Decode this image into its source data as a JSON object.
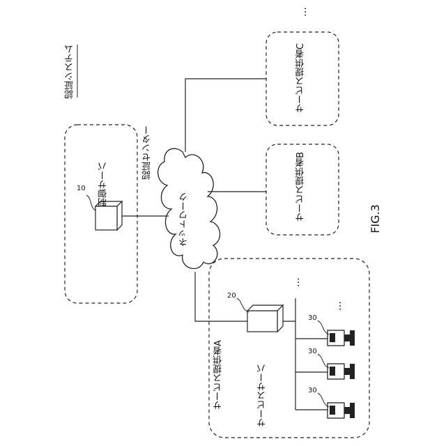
{
  "system_title": "認証システム",
  "auth_center_label": "認証センター",
  "control_server": {
    "label": "制御サーバ",
    "ref": "10"
  },
  "network_label": "ネットワーク",
  "provider_a": {
    "label": "サービス提供者A"
  },
  "service_server": {
    "label": "サービスサーバ",
    "ref": "20"
  },
  "provider_b_label": "サービス提供者B",
  "provider_c_label": "サービス提供者C",
  "terminal_ref": "30",
  "ellipsis": "…",
  "figure_label": "FIG.3"
}
